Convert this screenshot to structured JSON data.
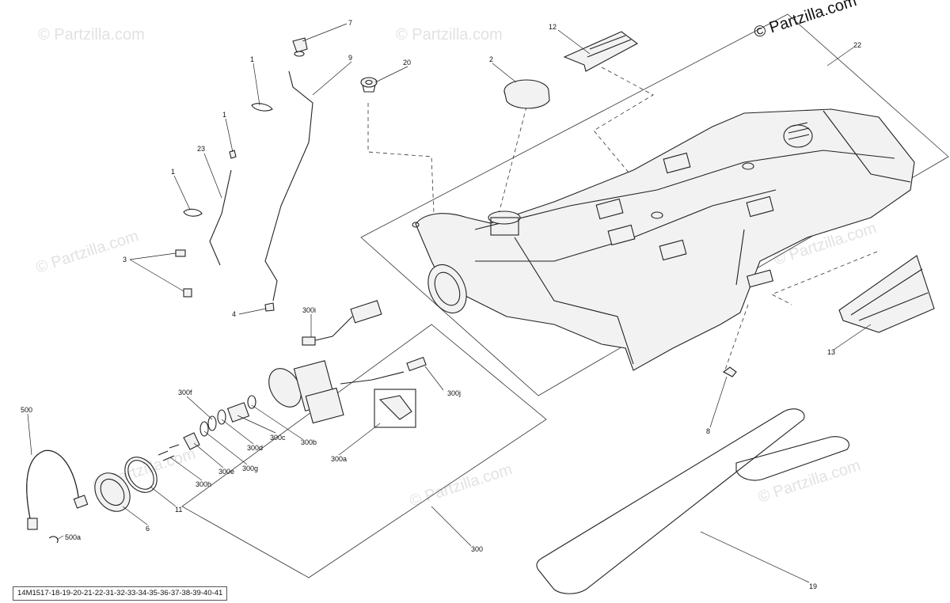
{
  "watermark": {
    "brand": "© Partzilla.com",
    "copyright": "© Partzilla.com"
  },
  "diagram_reference": "14M1517-18-19-20-21-22-31-32-33-34-35-36-37-38-39-40-41",
  "callouts": {
    "c1a": "1",
    "c1b": "1",
    "c1c": "1",
    "c2": "2",
    "c3": "3",
    "c4": "4",
    "c6": "6",
    "c7": "7",
    "c8": "8",
    "c9": "9",
    "c11": "11",
    "c12": "12",
    "c13": "13",
    "c19": "19",
    "c20": "20",
    "c22": "22",
    "c23": "23",
    "c300": "300",
    "c300a": "300a",
    "c300b": "300b",
    "c300c": "300c",
    "c300d": "300d",
    "c300e": "300e",
    "c300f": "300f",
    "c300g": "300g",
    "c300h": "300h",
    "c300i": "300i",
    "c300j": "300j",
    "c500": "500",
    "c500a": "500a"
  }
}
